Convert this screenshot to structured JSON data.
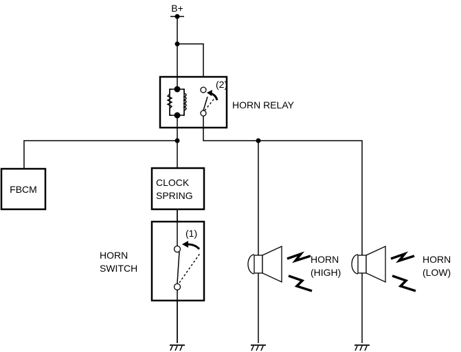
{
  "labels": {
    "supply": "B+",
    "relay": "HORN RELAY",
    "relay_callout": "(2)",
    "fbcm": "FBCM",
    "clock_spring_line1": "CLOCK",
    "clock_spring_line2": "SPRING",
    "switch_line1": "HORN",
    "switch_line2": "SWITCH",
    "switch_callout": "(1)",
    "horn_high_line1": "HORN",
    "horn_high_line2": "(HIGH)",
    "horn_low_line1": "HORN",
    "horn_low_line2": "(LOW)"
  },
  "colors": {
    "line": "#000000",
    "background": "#ffffff"
  }
}
